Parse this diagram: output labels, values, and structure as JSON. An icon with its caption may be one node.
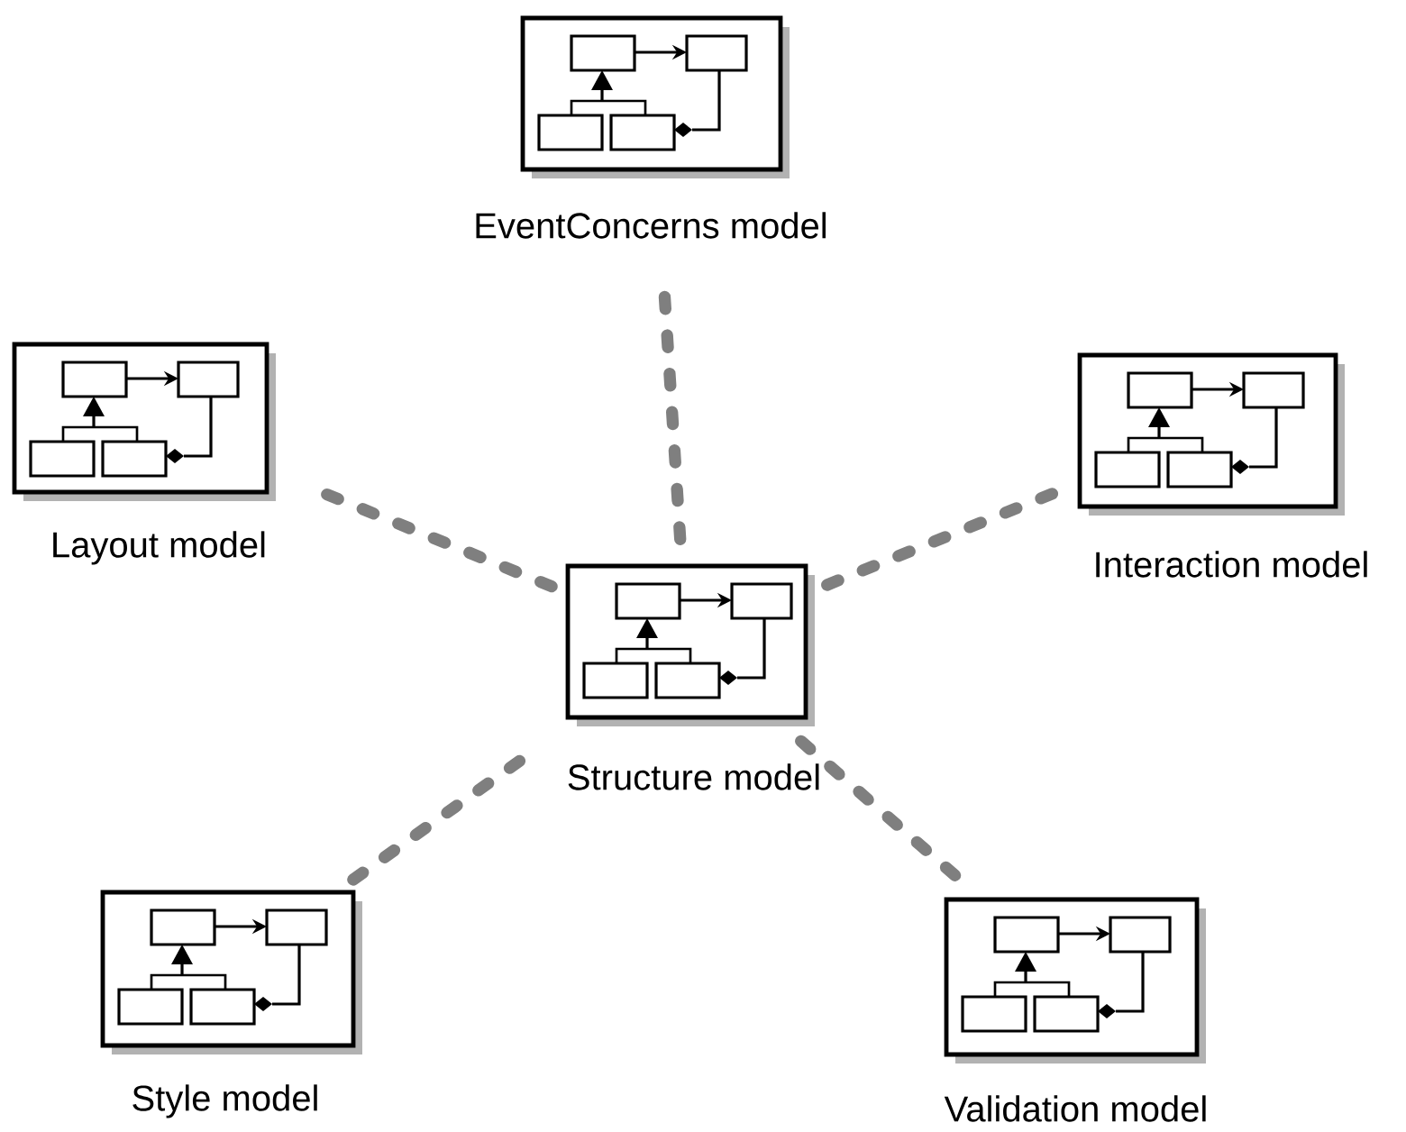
{
  "diagram": {
    "nodes": [
      {
        "text": [
          "EventConcerns model"
        ]
      },
      {
        "text": [
          "Layout model"
        ]
      },
      {
        "text": [
          "Interaction model"
        ]
      },
      {
        "text": [
          "Structure model"
        ]
      },
      {
        "text": [
          "Style model"
        ]
      },
      {
        "text": [
          "Validation model"
        ]
      }
    ],
    "edges": [
      {
        "from": 3,
        "to": 0,
        "arrow": "none",
        "style": "dashed"
      },
      {
        "from": 3,
        "to": 1,
        "arrow": "none",
        "style": "dashed"
      },
      {
        "from": 3,
        "to": 2,
        "arrow": "none",
        "style": "dashed"
      },
      {
        "from": 3,
        "to": 4,
        "arrow": "none",
        "style": "dashed"
      },
      {
        "from": 3,
        "to": 5,
        "arrow": "none",
        "style": "dashed"
      }
    ]
  }
}
